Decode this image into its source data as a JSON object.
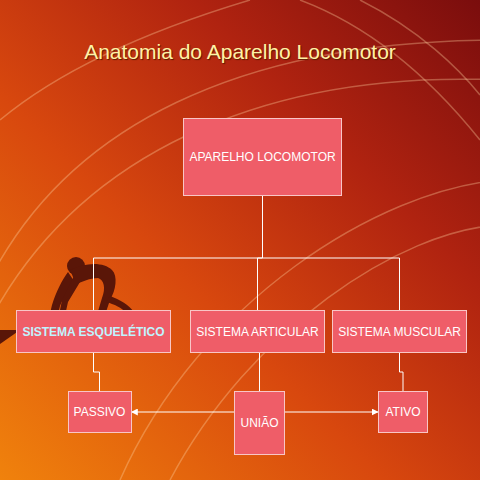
{
  "diagram": {
    "title": "Anatomia do Aparelho Locomotor",
    "nodes": [
      {
        "text": [
          "APARELHO LOCOMOTOR"
        ]
      },
      {
        "text": [
          "SISTEMA ESQUELÉTICO"
        ]
      },
      {
        "text": [
          "SISTEMA ARTICULAR"
        ]
      },
      {
        "text": [
          "SISTEMA MUSCULAR"
        ]
      },
      {
        "text": [
          "PASSIVO"
        ]
      },
      {
        "text": [
          "UNIÃO"
        ]
      },
      {
        "text": [
          "ATIVO"
        ]
      }
    ],
    "edges": [
      {
        "from": 0,
        "to": 1,
        "arrow": "none"
      },
      {
        "from": 0,
        "to": 2,
        "arrow": "none"
      },
      {
        "from": 0,
        "to": 3,
        "arrow": "none"
      },
      {
        "from": 1,
        "to": 4,
        "arrow": "none"
      },
      {
        "from": 2,
        "to": 5,
        "arrow": "none"
      },
      {
        "from": 3,
        "to": 6,
        "arrow": "none"
      },
      {
        "from": 5,
        "to": 4,
        "arrow": "to"
      },
      {
        "from": 5,
        "to": 6,
        "arrow": "to"
      }
    ]
  }
}
